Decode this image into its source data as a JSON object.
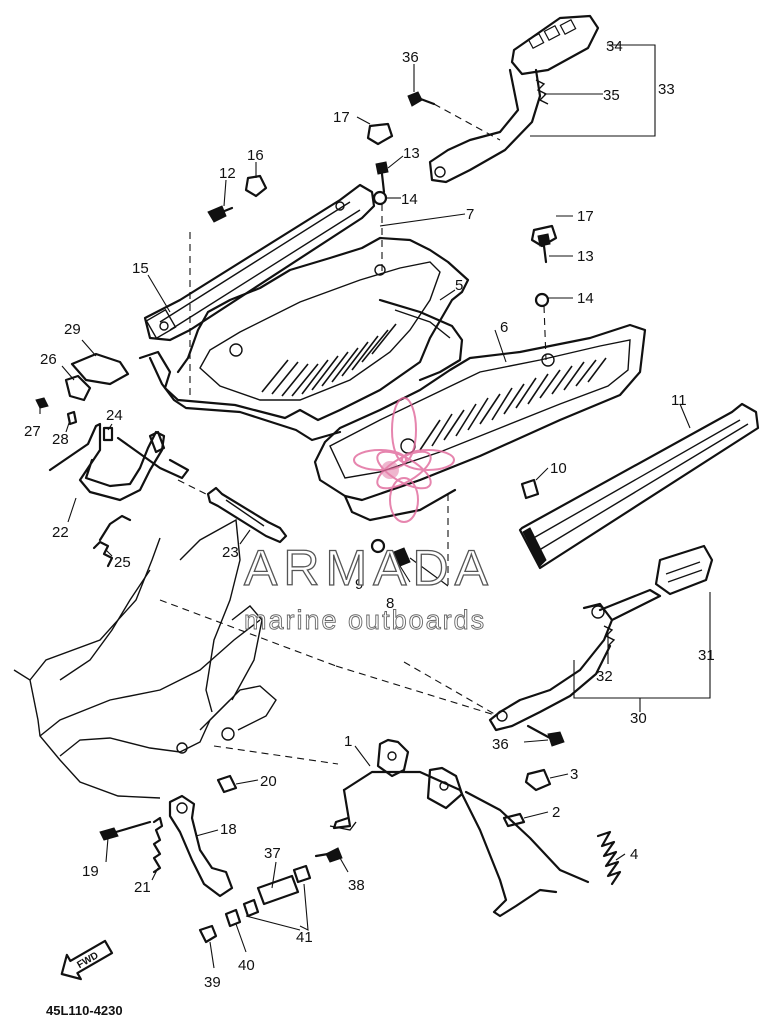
{
  "diagram_code": "45L110-4230",
  "watermark": {
    "brand": "ARMADA",
    "tagline": "marine outboards",
    "logo": "flower-logo-icon",
    "logo_color": "#e0679a"
  },
  "direction_label": "FWD",
  "callouts": [
    {
      "id": "1",
      "label": "1"
    },
    {
      "id": "2",
      "label": "2"
    },
    {
      "id": "3",
      "label": "3"
    },
    {
      "id": "4",
      "label": "4"
    },
    {
      "id": "5",
      "label": "5"
    },
    {
      "id": "6",
      "label": "6"
    },
    {
      "id": "7",
      "label": "7"
    },
    {
      "id": "8",
      "label": "8"
    },
    {
      "id": "9",
      "label": "9"
    },
    {
      "id": "10",
      "label": "10"
    },
    {
      "id": "11",
      "label": "11"
    },
    {
      "id": "12",
      "label": "12"
    },
    {
      "id": "13a",
      "label": "13"
    },
    {
      "id": "13b",
      "label": "13"
    },
    {
      "id": "14a",
      "label": "14"
    },
    {
      "id": "14b",
      "label": "14"
    },
    {
      "id": "15",
      "label": "15"
    },
    {
      "id": "16",
      "label": "16"
    },
    {
      "id": "17a",
      "label": "17"
    },
    {
      "id": "17b",
      "label": "17"
    },
    {
      "id": "18",
      "label": "18"
    },
    {
      "id": "19",
      "label": "19"
    },
    {
      "id": "20",
      "label": "20"
    },
    {
      "id": "21",
      "label": "21"
    },
    {
      "id": "22",
      "label": "22"
    },
    {
      "id": "23",
      "label": "23"
    },
    {
      "id": "24",
      "label": "24"
    },
    {
      "id": "25",
      "label": "25"
    },
    {
      "id": "26",
      "label": "26"
    },
    {
      "id": "27",
      "label": "27"
    },
    {
      "id": "28",
      "label": "28"
    },
    {
      "id": "29",
      "label": "29"
    },
    {
      "id": "30",
      "label": "30"
    },
    {
      "id": "31",
      "label": "31"
    },
    {
      "id": "32",
      "label": "32"
    },
    {
      "id": "33",
      "label": "33"
    },
    {
      "id": "34",
      "label": "34"
    },
    {
      "id": "35",
      "label": "35"
    },
    {
      "id": "36a",
      "label": "36"
    },
    {
      "id": "36b",
      "label": "36"
    },
    {
      "id": "37",
      "label": "37"
    },
    {
      "id": "38",
      "label": "38"
    },
    {
      "id": "39",
      "label": "39"
    },
    {
      "id": "40",
      "label": "40"
    },
    {
      "id": "41",
      "label": "41"
    }
  ]
}
